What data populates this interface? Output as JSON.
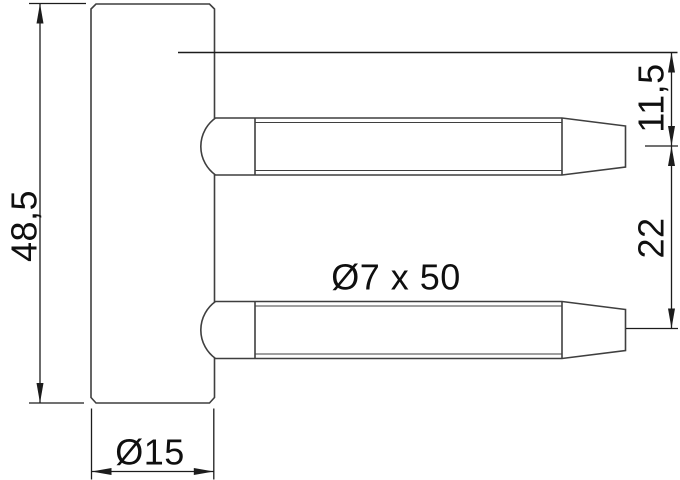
{
  "drawing": {
    "description": "Technical dimension drawing of a door hinge part: flat body with two tapered mounting pins",
    "background": "#ffffff",
    "outline_color": "#3f3f3f",
    "dimension_color": "#1c1c1c",
    "text_color": "#0f0f0f",
    "dimensions": {
      "body_height": "48,5",
      "body_diameter": "Ø15",
      "pin_size": "Ø7 x 50",
      "pin_top_offset": "11,5",
      "pin_spacing": "22"
    }
  }
}
